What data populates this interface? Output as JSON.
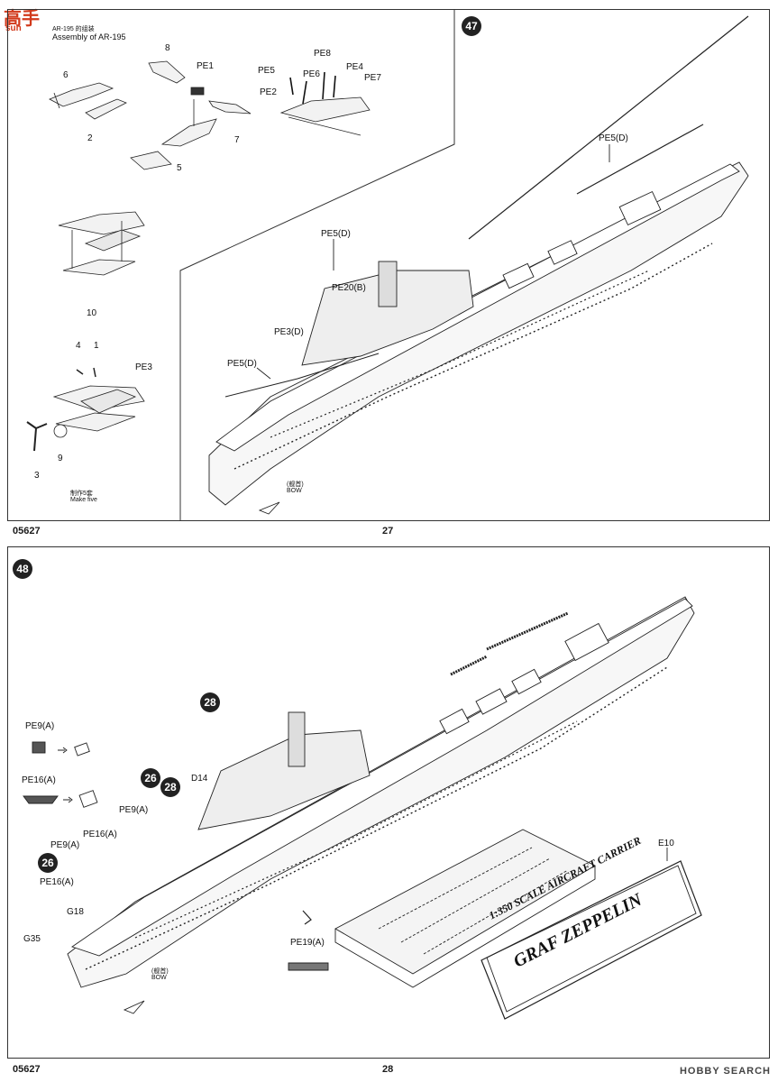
{
  "watermark": {
    "cn": "高手",
    "domain": "sun"
  },
  "top_page": {
    "code": "05627",
    "number": "27",
    "step": "47",
    "inset": {
      "title_cn": "AR-195 的组装",
      "title_en": "Assembly of AR-195",
      "note_cn": "制作5套",
      "note_en": "Make five",
      "labels": [
        "8",
        "PE1",
        "6",
        "2",
        "7",
        "5",
        "PE8",
        "PE5",
        "PE6",
        "PE4",
        "PE7",
        "PE2",
        "10",
        "4",
        "1",
        "PE3",
        "3",
        "9"
      ]
    },
    "callouts": [
      "PE5(D)",
      "PE5(D)",
      "PE20(B)",
      "PE3(D)",
      "PE5(D)"
    ],
    "bow_cn": "(舰首)",
    "bow_en": "BOW"
  },
  "bottom_page": {
    "code": "05627",
    "number": "28",
    "step": "48",
    "ref_steps": [
      "28",
      "26",
      "28",
      "26"
    ],
    "callouts": [
      "PE9(A)",
      "PE16(A)",
      "D14",
      "PE9(A)",
      "PE16(A)",
      "PE9(A)",
      "PE16(A)",
      "G18",
      "G35",
      "PE19(A)",
      "E10"
    ],
    "plaque_line1": "1:350 SCALE AIRCRAFT CARRIER",
    "plaque_line2": "GRAF ZEPPELIN",
    "bow_cn": "(舰首)",
    "bow_en": "BOW"
  },
  "hobbysearch": "HOBBY SEARCH"
}
